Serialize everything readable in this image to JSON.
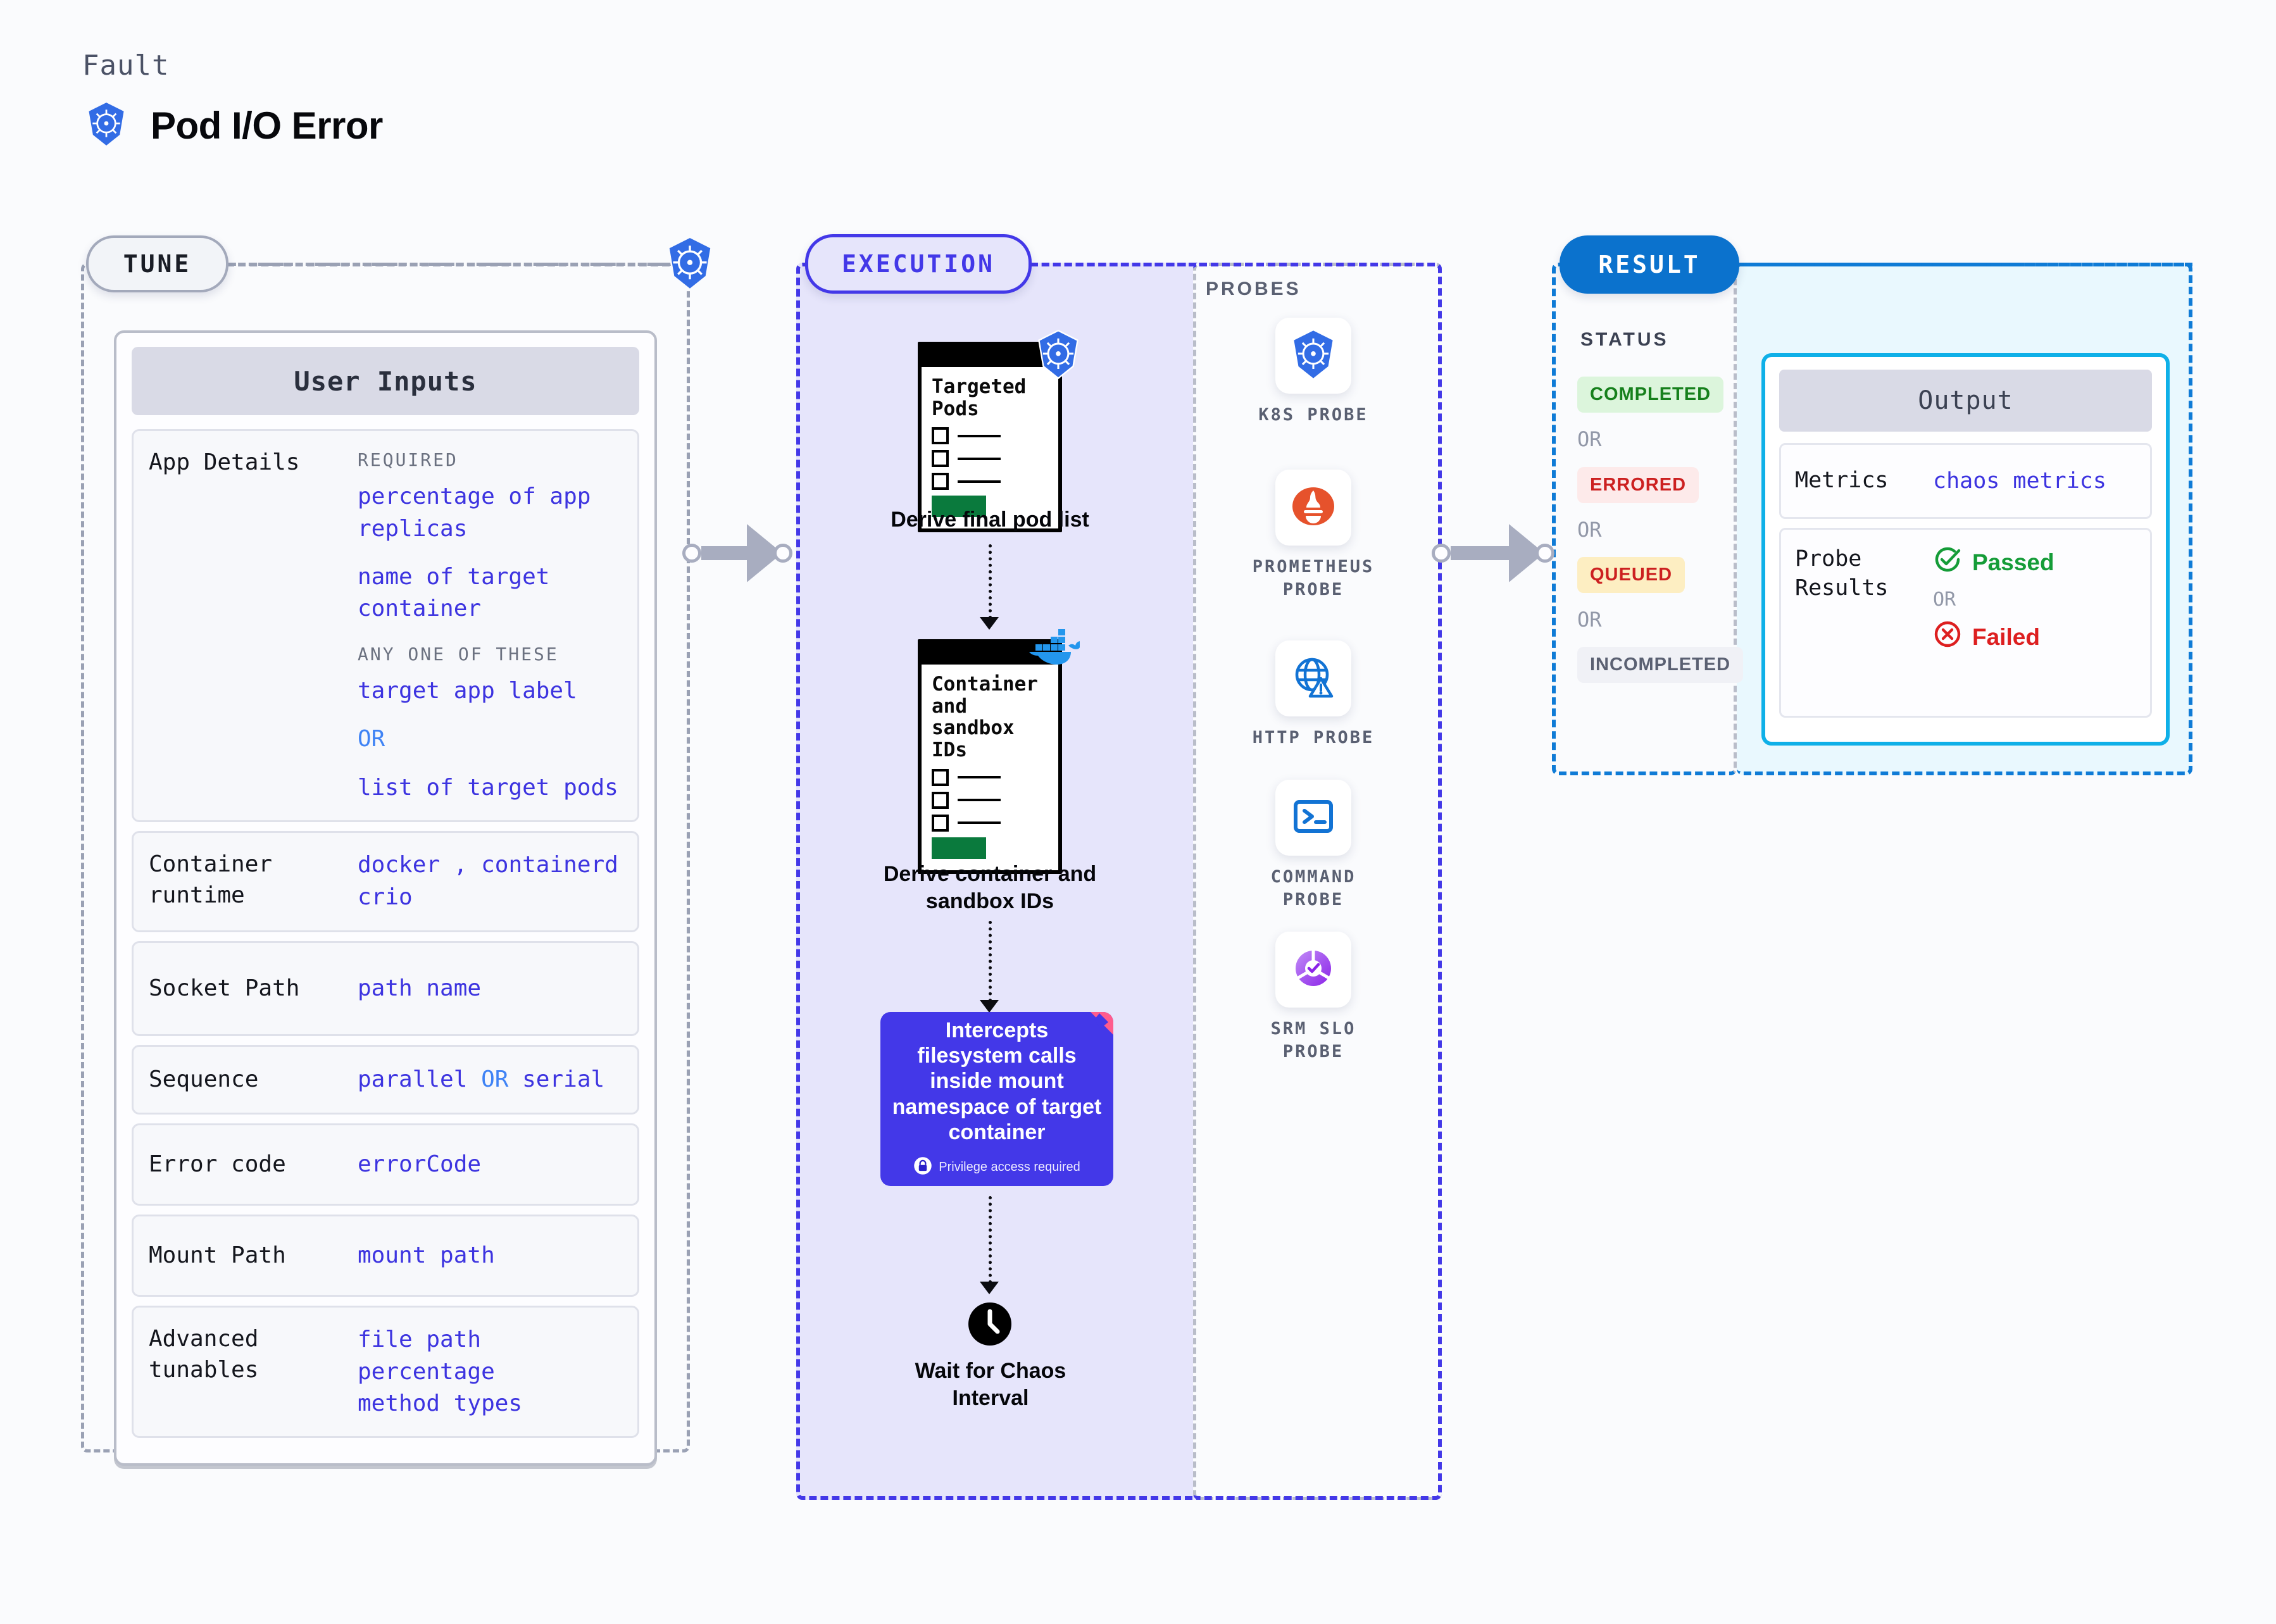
{
  "header": {
    "kicker": "Fault",
    "title": "Pod I/O Error",
    "icon": "kubernetes-icon"
  },
  "stages": {
    "tune": "TUNE",
    "execution": "EXECUTION",
    "result": "RESULT"
  },
  "tune": {
    "card_title": "User Inputs",
    "rows": [
      {
        "key": "App Details",
        "groups": [
          {
            "label": "REQUIRED",
            "values": [
              "percentage of app replicas",
              "name of target container"
            ]
          },
          {
            "label": "ANY ONE OF THESE",
            "values": [
              "target app label",
              "OR",
              "list of target pods"
            ]
          }
        ]
      },
      {
        "key": "Container runtime",
        "values": [
          "docker , containerd",
          "crio"
        ]
      },
      {
        "key": "Socket Path",
        "values": [
          "path name"
        ]
      },
      {
        "key": "Sequence",
        "values": [
          "parallel OR serial"
        ]
      },
      {
        "key": "Error code",
        "values": [
          "errorCode"
        ]
      },
      {
        "key": "Mount Path",
        "values": [
          "mount path"
        ]
      },
      {
        "key": "Advanced tunables",
        "values": [
          "file path",
          "percentage",
          "method types"
        ]
      }
    ],
    "labels": {
      "required": "REQUIRED",
      "any_one": "ANY ONE OF THESE",
      "or": "OR"
    },
    "app_details_required": [
      "percentage of app replicas",
      "name of target container"
    ],
    "app_details_anyone": [
      "target app label",
      "list of target pods"
    ],
    "runtime_values": [
      "docker",
      ",",
      "containerd",
      "crio"
    ],
    "socket_value": "path name",
    "sequence_value_a": "parallel",
    "sequence_value_b": "serial",
    "error_value": "errorCode",
    "mount_value": "mount path",
    "advanced_values": [
      "file path",
      "percentage",
      "method types"
    ]
  },
  "execution": {
    "step1": {
      "card_title": "Targeted Pods",
      "label": "Derive final pod list",
      "icon": "kubernetes-icon"
    },
    "step2": {
      "card_title": "Container and sandbox IDs",
      "label": "Derive container and sandbox IDs",
      "icon": "docker-icon"
    },
    "step3": {
      "text": "Intercepts filesystem calls inside mount namespace of target container",
      "note": "Privilege access required",
      "note_icon": "lock-icon"
    },
    "step4": {
      "label": "Wait for Chaos Interval",
      "icon": "clock-icon"
    }
  },
  "probes": {
    "title": "PROBES",
    "items": [
      {
        "name": "K8S PROBE",
        "icon": "kubernetes-icon"
      },
      {
        "name": "PROMETHEUS PROBE",
        "icon": "prometheus-icon"
      },
      {
        "name": "HTTP PROBE",
        "icon": "http-globe-icon"
      },
      {
        "name": "COMMAND PROBE",
        "icon": "terminal-icon"
      },
      {
        "name": "SRM SLO PROBE",
        "icon": "srm-slo-icon"
      }
    ]
  },
  "result": {
    "status_title": "STATUS",
    "or": "OR",
    "statuses": [
      {
        "label": "COMPLETED",
        "bg": "#dcf5dc",
        "fg": "#16801c"
      },
      {
        "label": "ERRORED",
        "bg": "#fdeaea",
        "fg": "#cc2020"
      },
      {
        "label": "QUEUED",
        "bg": "#fdeec2",
        "fg": "#cc2020"
      },
      {
        "label": "INCOMPLETED",
        "bg": "#f0f1f6",
        "fg": "#5a6072"
      }
    ],
    "output": {
      "card_title": "Output",
      "metrics_key": "Metrics",
      "metrics_value": "chaos metrics",
      "probe_key": "Probe Results",
      "passed": "Passed",
      "failed": "Failed",
      "or": "OR",
      "passed_icon": "check-circle-icon",
      "failed_icon": "x-circle-icon"
    }
  },
  "colors": {
    "indigo": "#4338e8",
    "blue": "#0b72cd",
    "cyan": "#0fb0e8",
    "green": "#159c38",
    "red": "#dd1f20"
  }
}
